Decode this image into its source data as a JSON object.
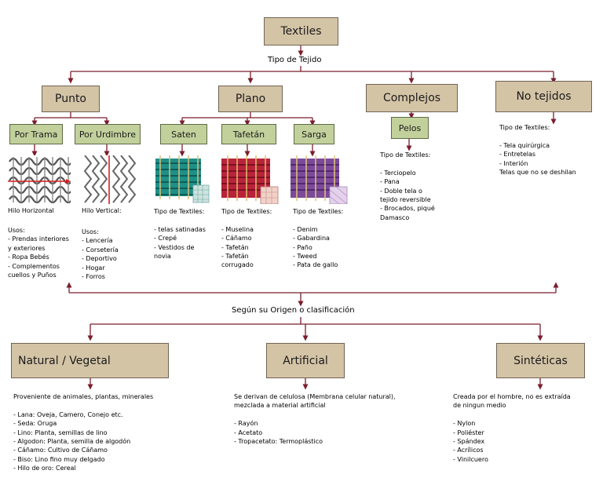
{
  "root": "Textiles",
  "weave_type_label": "Tipo de Tejido",
  "origin_label": "Según su Origen o clasificación",
  "types": {
    "punto": "Punto",
    "plano": "Plano",
    "complejos": "Complejos",
    "no_tejidos": "No tejidos"
  },
  "sub": {
    "por_trama": "Por Trama",
    "por_urdimbre": "Por Urdimbre",
    "saten": "Saten",
    "tafetan": "Tafetán",
    "sarga": "Sarga",
    "pelos": "Pelos"
  },
  "captions": {
    "por_trama": "Hilo Horizontal",
    "por_urdimbre": "Hilo Vertical:"
  },
  "texts": {
    "trama_uses": "Usos:\n- Prendas interiores\ny exteriores\n- Ropa Bebés\n- Complementos\ncuellos y Puños",
    "urdimbre_uses": "Usos:\n- Lencería\n- Corsetería\n- Deportivo\n- Hogar\n- Forros",
    "saten_textiles": "Tipo de Textiles:\n\n- telas satinadas\n- Crepé\n- Vestidos de\nnovia",
    "tafetan_textiles": "Tipo de Textiles:\n\n- Muselina\n- Cáñamo\n- Tafetán\n- Tafetán\ncorrugado",
    "sarga_textiles": "Tipo de Textiles:\n\n- Denim\n- Gabardina\n- Paño\n- Tweed\n- Pata de gallo",
    "pelos_textiles": "Tipo de Textiles:\n\n- Terciopelo\n- Pana\n- Doble tela o\ntejido reversible\n- Brocados, piqué\nDamasco",
    "no_tejidos_textiles": "Tipo de Textiles:\n\n- Tela quirúrgica\n- Entretelas\n- Interión\nTelas que no se deshilan"
  },
  "origins": {
    "natural": {
      "title": "Natural / Vegetal",
      "text": "Proveniente de animales, plantas, minerales\n\n- Lana: Oveja, Camero, Conejo etc.\n- Seda: Oruga\n- Lino: Planta, semillas de lino\n- Algodon: Planta, semilla de algodón\n- Cáñamo: Cultivo de Cáñamo\n- Biso: Lino fino muy delgado\n- Hilo de oro: Cereal"
    },
    "artificial": {
      "title": "Artificial",
      "text": "Se derivan de celulosa (Membrana celular natural),\nmezclada a material artificial\n\n- Rayón\n- Acetato\n- Tropacetato: Termoplástico"
    },
    "sinteticas": {
      "title": "Sintéticas",
      "text": "Creada por el hombre, no es extraída\nde ningun medio\n\n- Nylon\n- Poliéster\n- Spándex\n- Acrílicos\n- Vinilcuero"
    }
  },
  "colors": {
    "box_fill": "#d4c4a6",
    "sub_box_fill": "#c2d09c",
    "connector": "#7a1e2c"
  },
  "swatches": {
    "por_trama": "weft-knit-icon",
    "por_urdimbre": "warp-knit-icon",
    "saten": "satin-weave-icon",
    "tafetan": "plain-weave-icon",
    "sarga": "twill-weave-icon"
  }
}
